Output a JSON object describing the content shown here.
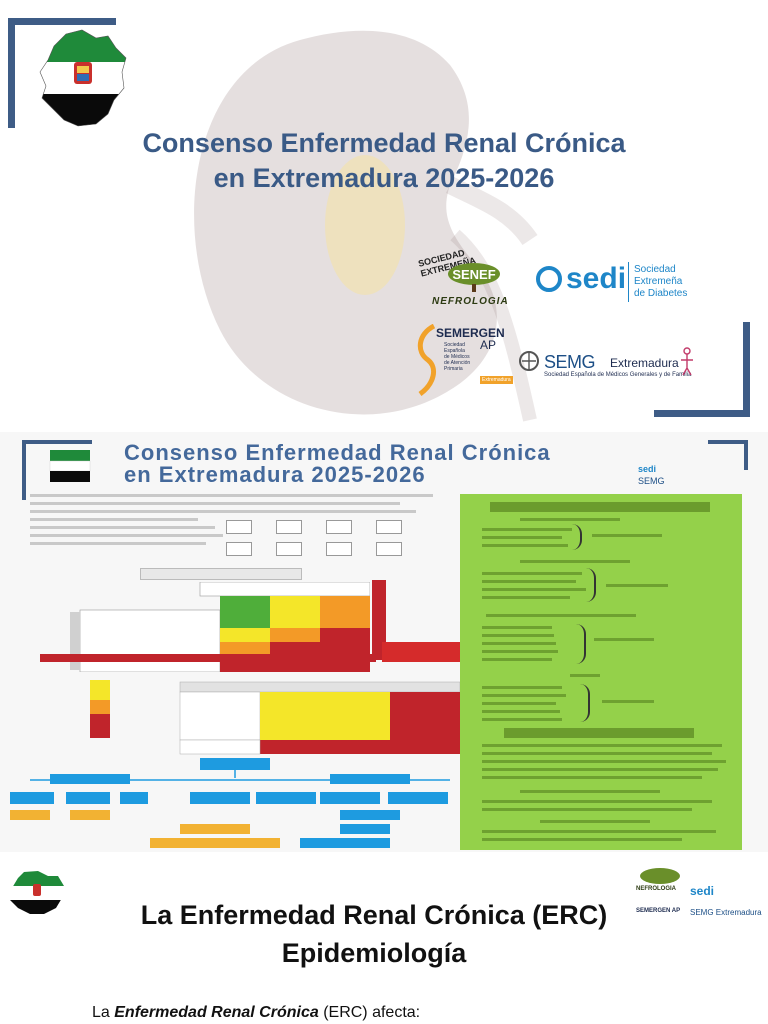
{
  "slide1": {
    "title_line1": "Consenso Enfermedad Renal Crónica",
    "title_line2": "en Extremadura 2025-2026",
    "logos": {
      "nefrologia_arc": "SOCIEDAD EXTREMEÑA",
      "nefrologia_mark": "SENEF",
      "nefrologia_word": "NEFROLOGIA",
      "sedi_word": "sedi",
      "sedi_desc": [
        "Sociedad",
        "Extremeña",
        "de Diabetes"
      ],
      "semergen_word": "SEMERGEN",
      "semergen_ap": "AP",
      "semergen_desc": [
        "Sociedad",
        "Española",
        "de Médicos",
        "de Atención",
        "Primaria"
      ],
      "semergen_tag": "Extremadura",
      "semg_word": "SEMG",
      "semg_region": "Extremadura",
      "semg_desc": "Sociedad Española de Médicos Generales y de Familia"
    },
    "colors": {
      "title": "#3a5a86",
      "corner": "#3e5c86",
      "kidney": "#8a6d6d"
    }
  },
  "slide2": {
    "title_line1": "Consenso Enfermedad Renal Crónica",
    "title_line2": "en Extremadura 2025-2026",
    "logos": {
      "sedi": "sedi",
      "semg": "SEMG"
    },
    "colors": {
      "green_panel": "#94d14a",
      "risk_red": "#c0242b",
      "risk_yellow": "#f4e629",
      "risk_orange": "#f39a27",
      "risk_green": "#4fae3a",
      "flow_blue": "#1e9be0"
    }
  },
  "slide3": {
    "title_line1": "La Enfermedad Renal Crónica (ERC)",
    "title_line2": "Epidemiología",
    "body_prefix": "La ",
    "body_emph": "Enfermedad Renal Crónica",
    "body_suffix": " (ERC) afecta:",
    "logos": {
      "nefrologia": "NEFROLOGIA",
      "sedi": "sedi",
      "semergen": "SEMERGEN AP",
      "semg": "SEMG Extremadura"
    }
  }
}
